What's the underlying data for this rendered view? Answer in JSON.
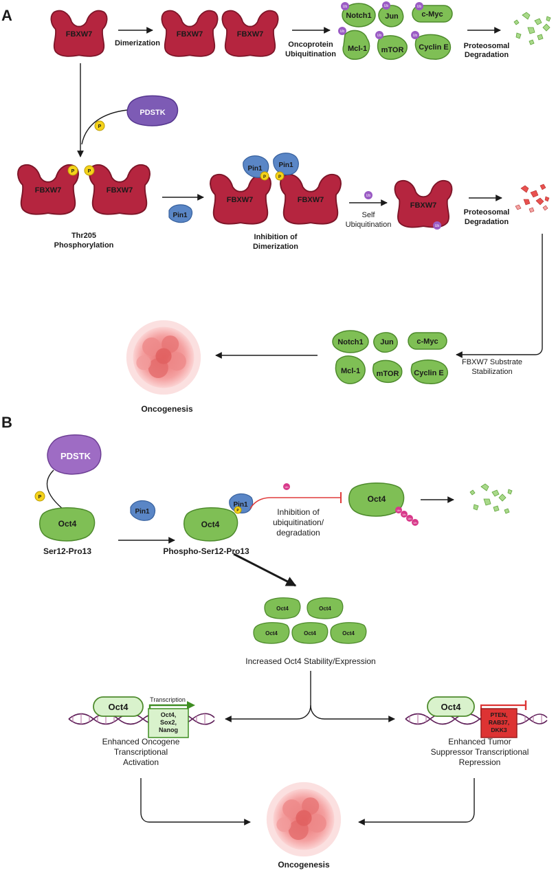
{
  "panel_a": {
    "letter": "A",
    "fbxw7": "FBXW7",
    "pdstk": "PDSTK",
    "p": "P",
    "pin1": "Pin1",
    "ub": "Ub",
    "dimerization": "Dimerization",
    "oncoprotein_ubiq": [
      "Oncoprotein",
      "Ubiquitination"
    ],
    "prot_deg": [
      "Proteosomal",
      "Degradation"
    ],
    "thr205": [
      "Thr205",
      "Phosphorylation"
    ],
    "inhibition_dimer": [
      "Inhibition of",
      "Dimerization"
    ],
    "self_ubiq": [
      "Self",
      "Ubiquitination"
    ],
    "substrate_stab": [
      "FBXW7 Substrate",
      "Stabilization"
    ],
    "oncogenesis": "Oncogenesis",
    "substrates": {
      "notch1": "Notch1",
      "jun": "Jun",
      "cmyc": "c-Myc",
      "mcl1": "Mcl-1",
      "mtor": "mTOR",
      "cycline": "Cyclin E"
    }
  },
  "panel_b": {
    "letter": "B",
    "pdstk": "PDSTK",
    "p": "P",
    "oct4": "Oct4",
    "pin1": "Pin1",
    "ub": "Ub",
    "ser12": "Ser12-Pro13",
    "phospho_ser12": "Phospho-Ser12-Pro13",
    "inhibition_ubiq": [
      "Inhibition of",
      "ubiquitination/",
      "degradation"
    ],
    "increased_stability": "Increased Oct4 Stability/Expression",
    "transcription": "Transcription",
    "oncogene_box": [
      "Oct4,",
      "Sox2,",
      "Nanog"
    ],
    "suppressor_box": [
      "PTEN,",
      "RAB37,",
      "DKK3"
    ],
    "enhanced_onco": [
      "Enhanced Oncogene",
      "Transcriptional",
      "Activation"
    ],
    "enhanced_supp": [
      "Enhanced Tumor",
      "Suppressor Transcriptional",
      "Repression"
    ],
    "oncogenesis": "Oncogenesis"
  },
  "colors": {
    "fbxw7": "#b5253f",
    "fbxw7_edge": "#7d1528",
    "protein_green": "#7fbf55",
    "green_edge": "#4d8a2c",
    "pdstk": "#7d5bb5",
    "pin1": "#5a86c6",
    "phos": "#f5d31b",
    "ub": "#9a5bc4",
    "ub_pink": "#d8398a",
    "inhibit_red": "#e03a3a",
    "tumor": "#f08c8c",
    "dna_strand": "#5e1e58",
    "dna_rung": "#b06a9e",
    "gene_green": "#d9f2cc",
    "gene_red": "#dd3333"
  }
}
